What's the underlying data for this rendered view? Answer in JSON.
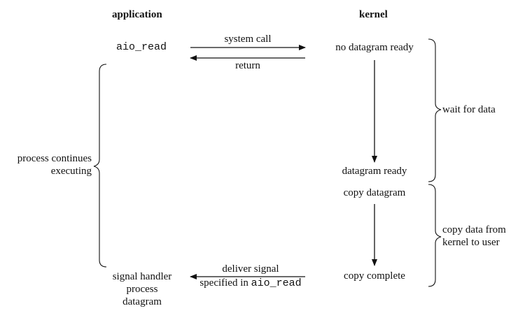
{
  "headers": {
    "application": "application",
    "kernel": "kernel"
  },
  "application": {
    "call": "aio_read",
    "process_line1": "process continues",
    "process_line2": "executing",
    "handler_line1": "signal handler",
    "handler_line2": "process",
    "handler_line3": "datagram"
  },
  "messages": {
    "system_call": "system call",
    "return": "return",
    "deliver_line1": "deliver signal",
    "deliver_prefix": "specified in ",
    "deliver_code": "aio_read"
  },
  "kernel": {
    "no_datagram": "no datagram ready",
    "datagram_ready": "datagram ready",
    "copy_datagram": "copy datagram",
    "copy_complete": "copy complete"
  },
  "phases": {
    "wait_for_data": "wait for data",
    "copy_line1": "copy data from",
    "copy_line2": "kernel to user"
  }
}
